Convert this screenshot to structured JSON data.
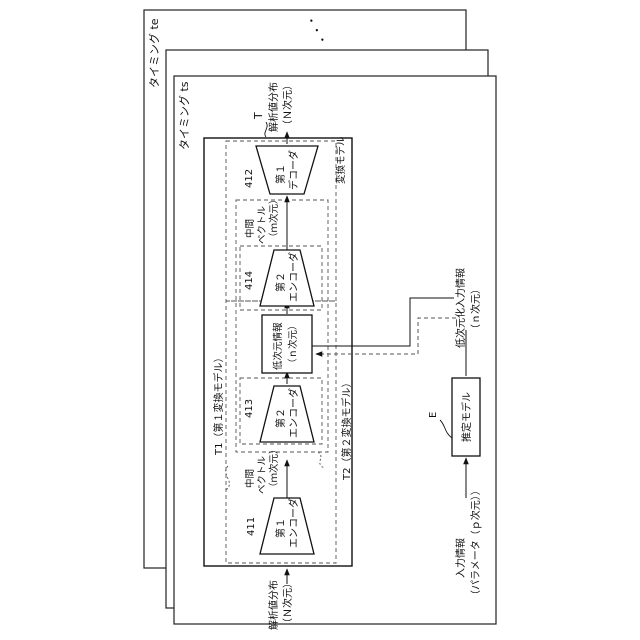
{
  "sheets": {
    "back_label": "タイミング te",
    "front_label": "タイミング ts",
    "ellipsis": "・・・"
  },
  "model": {
    "outer_ref": "T",
    "conversion_model_label": "変換モデル",
    "t1_label": "T1（第１変換モデル）",
    "t2_label": "T2（第２変換モデル）"
  },
  "blocks": {
    "enc1": {
      "ref": "411",
      "line1": "第１",
      "line2": "エンコーダ"
    },
    "enc2a": {
      "ref": "413",
      "line1": "第２",
      "line2": "エンコーダ"
    },
    "enc2b": {
      "ref": "414",
      "line1": "第２",
      "line2": "エンコーダ"
    },
    "dec1": {
      "ref": "412",
      "line1": "第１",
      "line2": "デコーダ"
    },
    "lowdim": {
      "line1": "低次元情報",
      "line2": "（ｎ次元）"
    },
    "estimator": {
      "ref": "E",
      "label": "推定モデル"
    }
  },
  "signals": {
    "input_dist": {
      "line1": "解析値分布",
      "line2": "（Ｎ次元）"
    },
    "output_dist": {
      "line1": "解析値分布",
      "line2": "（Ｎ次元）"
    },
    "mid_vec_left": {
      "line1": "中間",
      "line2": "ベクトル",
      "line3": "（ｍ次元）"
    },
    "mid_vec_right": {
      "line1": "中間",
      "line2": "ベクトル",
      "line3": "（ｍ次元）"
    },
    "input_info": {
      "line1": "入力情報",
      "line2": "（パラメータ（ｐ次元））"
    },
    "lowdim_input": {
      "line1": "低次元化入力情報",
      "line2": "（ｎ次元）"
    }
  }
}
